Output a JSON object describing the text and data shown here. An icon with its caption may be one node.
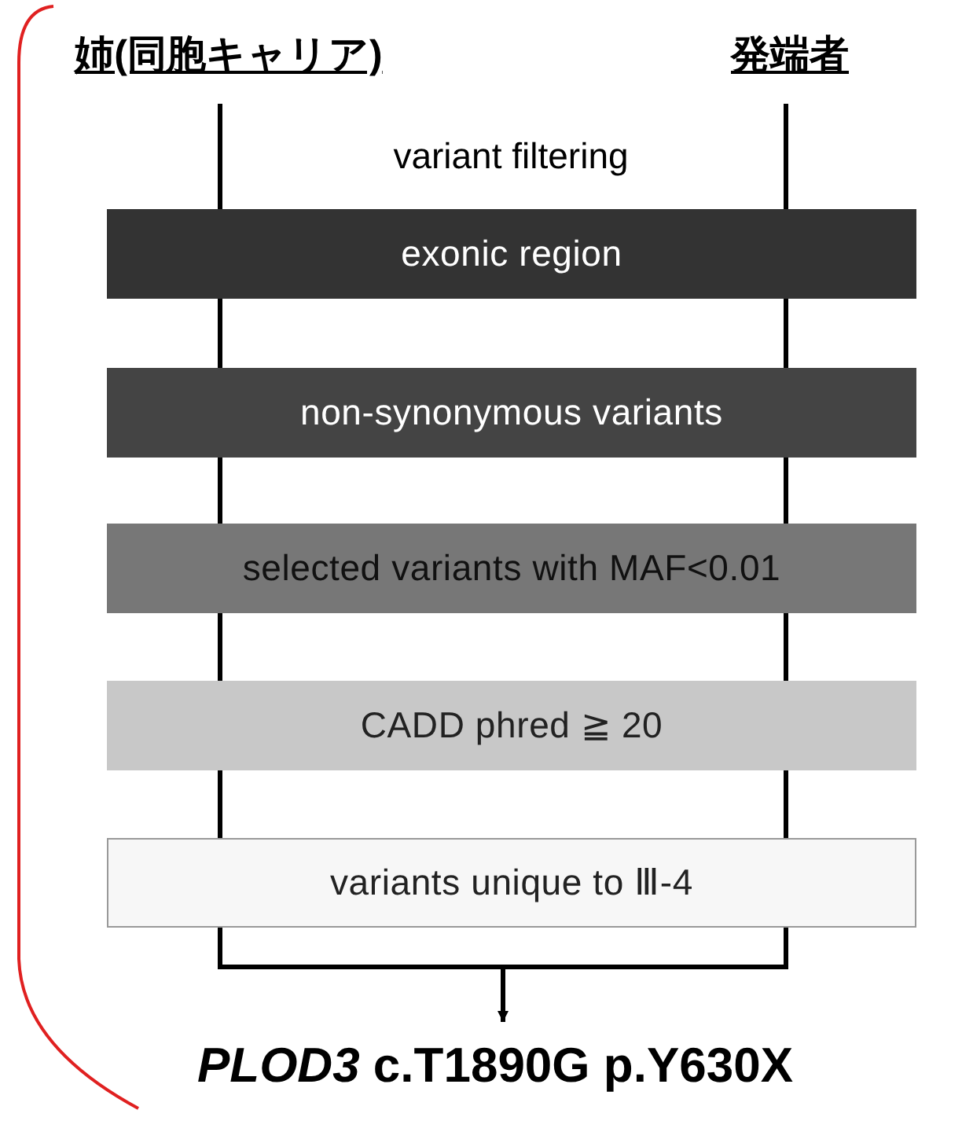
{
  "diagram": {
    "nodes": [
      {
        "text": [
          "姉(同胞キャリア)"
        ]
      },
      {
        "text": [
          "発端者"
        ]
      },
      {
        "text": [
          "exonic region"
        ]
      },
      {
        "text": [
          "non-synonymous variants"
        ]
      },
      {
        "text": [
          "selected variants with MAF<0.01"
        ]
      },
      {
        "text": [
          "CADD phred ≧ 20"
        ]
      },
      {
        "text": [
          "variants unique to Ⅲ-4"
        ]
      },
      {
        "text": [
          "*PLOD3* c.T1890G p.Y630X"
        ]
      }
    ],
    "edges": [
      {
        "from": 0,
        "to": 2,
        "arrow": "none"
      },
      {
        "from": 1,
        "to": 2,
        "arrow": "none"
      },
      {
        "from": 2,
        "to": 3,
        "arrow": "none"
      },
      {
        "from": 2,
        "to": 3,
        "arrow": "none"
      },
      {
        "from": 3,
        "to": 4,
        "arrow": "none"
      },
      {
        "from": 3,
        "to": 4,
        "arrow": "none"
      },
      {
        "from": 4,
        "to": 5,
        "arrow": "none"
      },
      {
        "from": 4,
        "to": 5,
        "arrow": "none"
      },
      {
        "from": 5,
        "to": 6,
        "arrow": "none"
      },
      {
        "from": 5,
        "to": 6,
        "arrow": "none"
      },
      {
        "from": 6,
        "to": 7,
        "arrow": "to"
      }
    ],
    "labels": [
      "variant filtering"
    ]
  }
}
